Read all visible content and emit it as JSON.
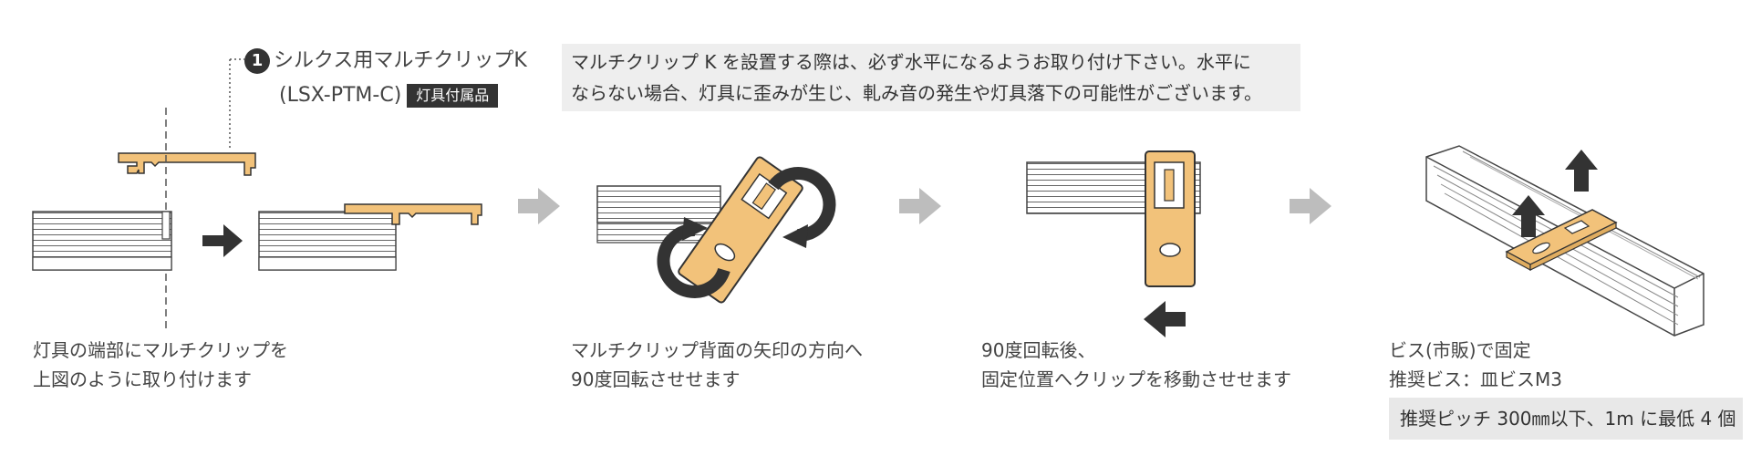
{
  "part": {
    "number": "1",
    "name": "シルクス用マルチクリップK",
    "model": "(LSX-PTM-C)",
    "badge": "灯具付属品"
  },
  "note": {
    "line1": "マルチクリップ K を設置する際は、必ず水平になるようお取り付け下さい。水平に",
    "line2": "ならない場合、灯具に歪みが生じ、軋み音の発生や灯具落下の可能性がございます。"
  },
  "steps": [
    {
      "line1": "灯具の端部にマルチクリップを",
      "line2": "上図のように取り付けます"
    },
    {
      "line1": "マルチクリップ背面の矢印の方向へ",
      "line2": "90度回転させせます"
    },
    {
      "line1": "90度回転後、",
      "line2": "固定位置へクリップを移動させせます"
    },
    {
      "line1": "ビス(市販)で固定",
      "line2": "推奨ビス：皿ビスM3"
    }
  ],
  "pitch_note": "推奨ピッチ 300㎜以下、1m に最低 4 個",
  "colors": {
    "clip": "#f2c27a",
    "clip_stroke": "#333333",
    "fixture": "#ffffff",
    "arrow_gray": "#bdbdbd",
    "arrow_dark": "#333333",
    "note_bg": "#eeeeee"
  },
  "icons": [
    "right-arrow-icon",
    "left-arrow-icon",
    "up-arrow-icon",
    "rotate-arrow-icon"
  ]
}
